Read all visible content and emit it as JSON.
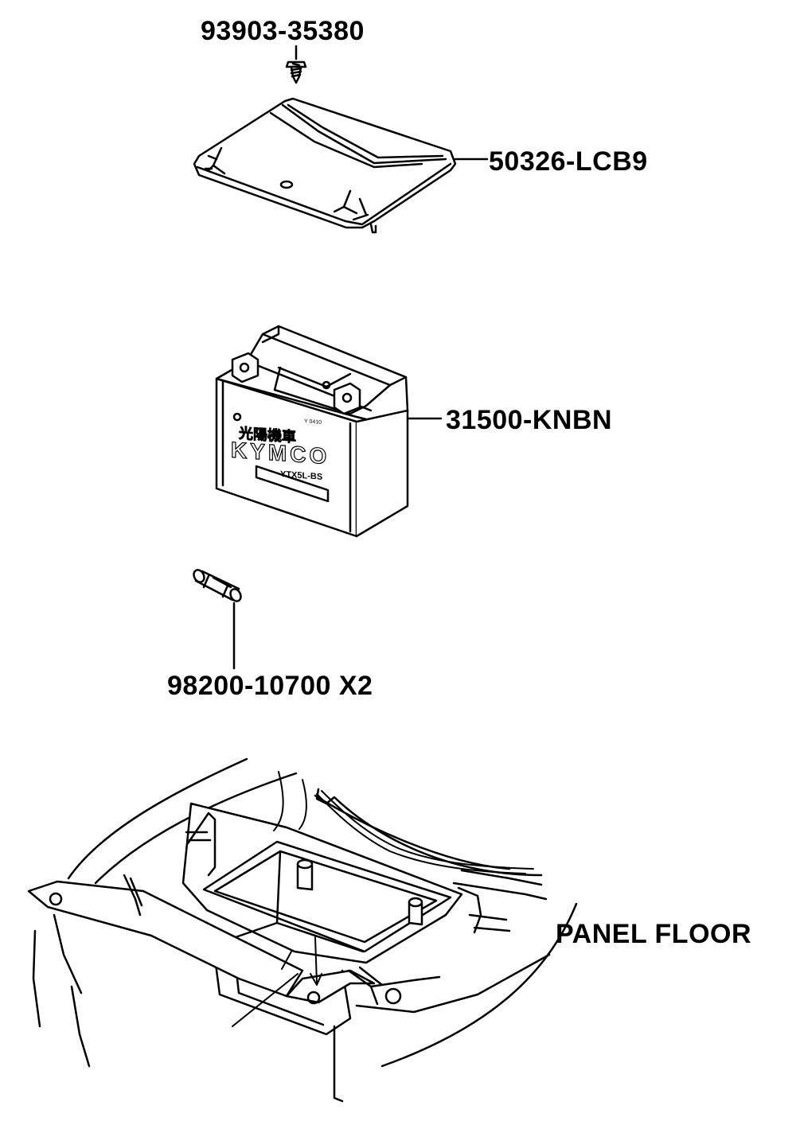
{
  "parts": {
    "screw": {
      "part_number": "93903-35380"
    },
    "battery_cover": {
      "part_number": "50326-LCB9"
    },
    "battery": {
      "part_number": "31500-KNBN",
      "brand": "KYMCO",
      "chinese_text": "光陽機車",
      "model": "YTX5L-BS",
      "code": "Y 0410"
    },
    "fuse": {
      "part_number": "98200-10700",
      "quantity": "X2"
    }
  },
  "assembly": {
    "label": "PANEL FLOOR"
  },
  "labels": {
    "fuse_full": "98200-10700 X2"
  }
}
